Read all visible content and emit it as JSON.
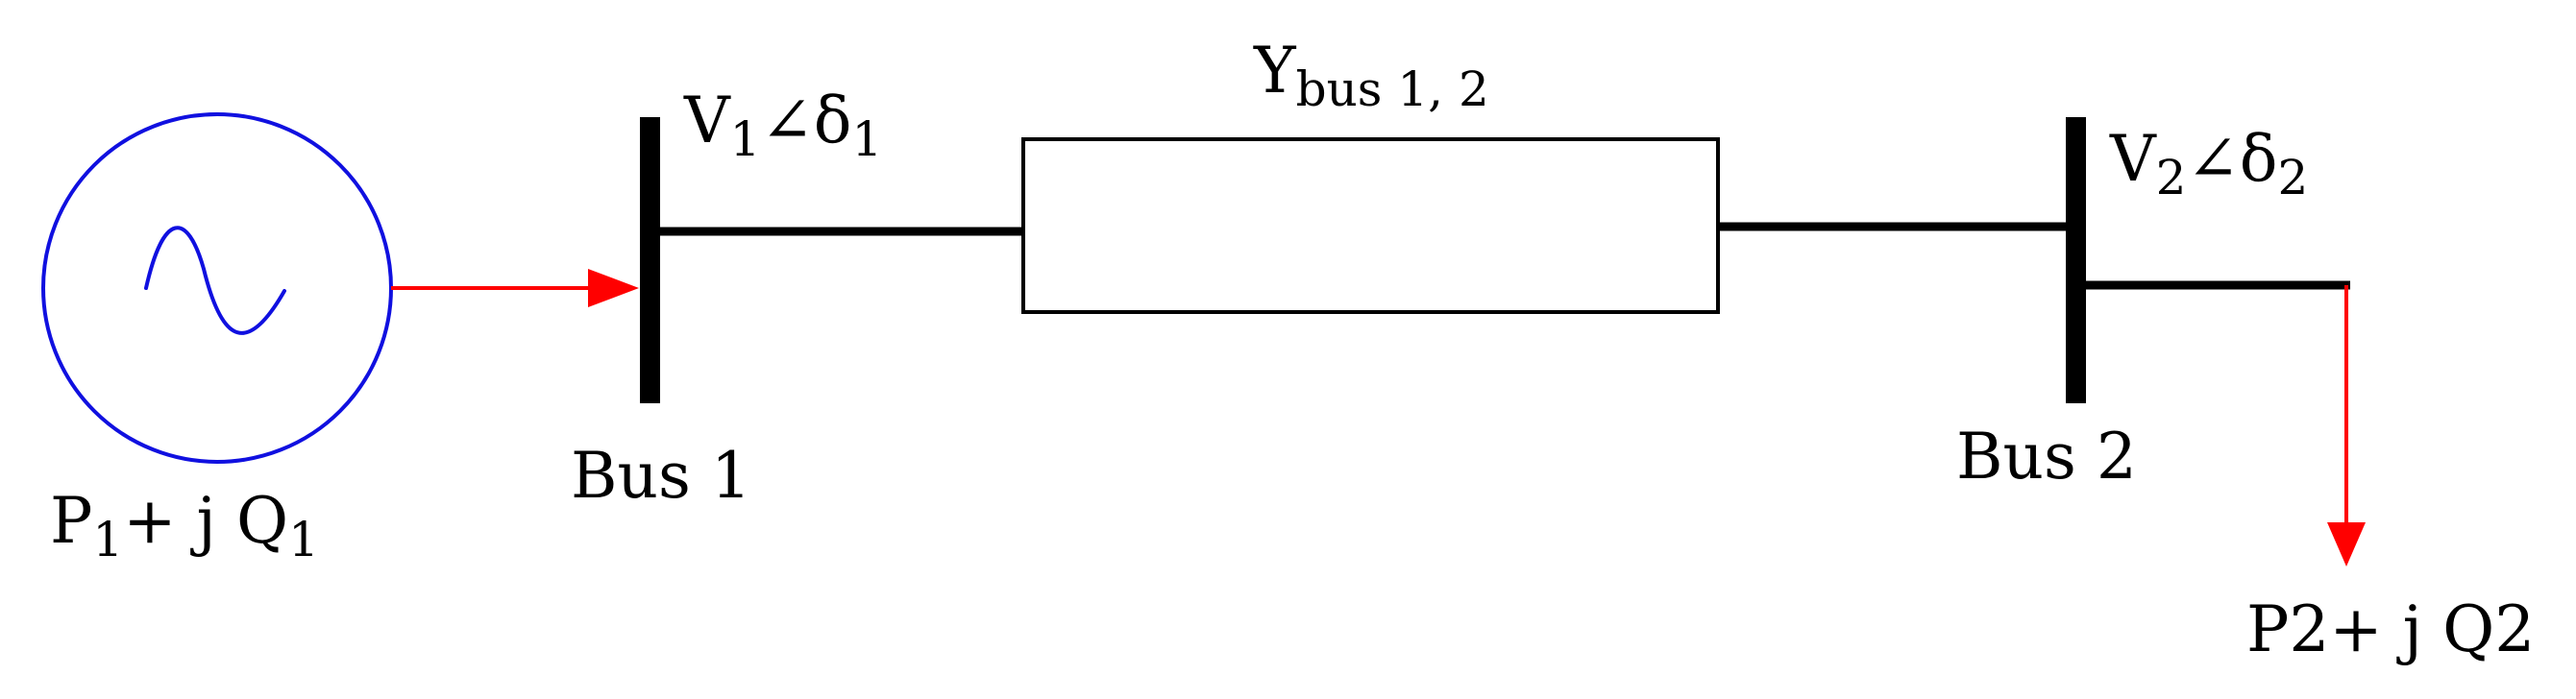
{
  "colors": {
    "source": "#1010e0",
    "flow_arrow": "#ff0000",
    "line": "#000000"
  },
  "source": {
    "label_main_1": "P",
    "label_sub_1": "1",
    "label_main_2": "+ j Q",
    "label_sub_2": "1"
  },
  "bus1": {
    "name": "Bus 1",
    "voltage_main_1": "V",
    "voltage_sub_1": "1",
    "voltage_main_2": "∠δ",
    "voltage_sub_2": "1"
  },
  "line": {
    "label_main": "Y",
    "label_sub": "bus 1, 2"
  },
  "bus2": {
    "name": "Bus 2",
    "voltage_main_1": "V",
    "voltage_sub_1": "2",
    "voltage_main_2": "∠δ",
    "voltage_sub_2": "2"
  },
  "load": {
    "label": "P2+ j Q2"
  }
}
